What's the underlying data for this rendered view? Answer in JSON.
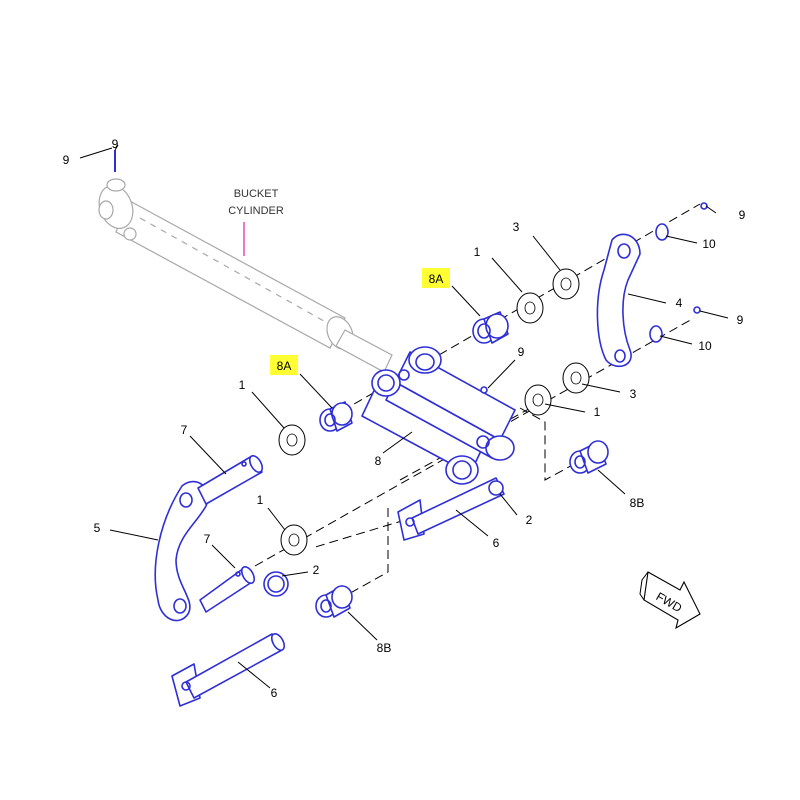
{
  "caption": {
    "line1": "BUCKET",
    "line2": "CYLINDER"
  },
  "callouts": {
    "c1a": "1",
    "c1b": "1",
    "c1c": "1",
    "c1d": "1",
    "c2a": "2",
    "c2b": "2",
    "c3a": "3",
    "c3b": "3",
    "c4": "4",
    "c5": "5",
    "c6a": "6",
    "c6b": "6",
    "c7a": "7",
    "c7b": "7",
    "c8": "8",
    "c8Aa": "8A",
    "c8Ab": "8A",
    "c8Ba": "8B",
    "c8Bb": "8B",
    "c9a": "9",
    "c9b": "9",
    "c9c": "9",
    "c9d": "9",
    "c9e": "9",
    "c10a": "10",
    "c10b": "10"
  },
  "fwd_label": "FWD",
  "colors": {
    "part_outline": "#2f2fd8",
    "highlight": "#ffff33",
    "cylinder": "#a8a8a8",
    "cylinder_leader": "#e020a0"
  }
}
